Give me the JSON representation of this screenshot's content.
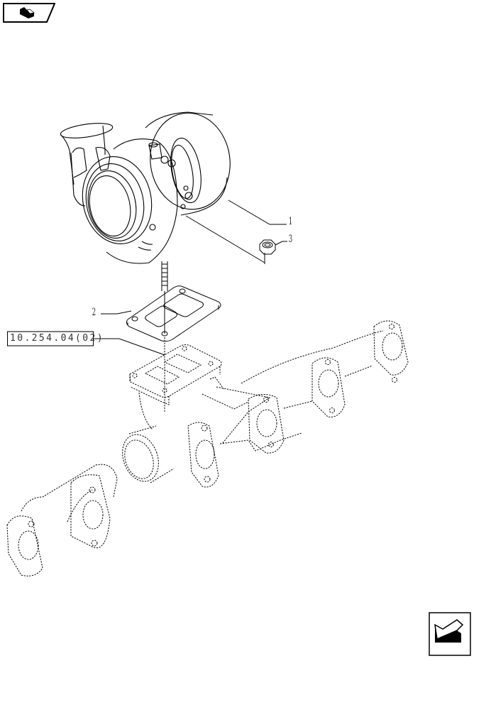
{
  "page": {
    "type": "exploded parts diagram",
    "subject": "turbocharger and exhaust manifold"
  },
  "navigation": {
    "prev_icon": "book-arrow-back-icon",
    "next_icon": "arrow-next-page-icon"
  },
  "reference": {
    "label": "10.254.04(02)"
  },
  "callouts": [
    {
      "number": "1",
      "part": "turbocharger"
    },
    {
      "number": "2",
      "part": "gasket"
    },
    {
      "number": "3",
      "part": "nut"
    }
  ],
  "colors": {
    "line": "#000000",
    "background": "#ffffff"
  }
}
